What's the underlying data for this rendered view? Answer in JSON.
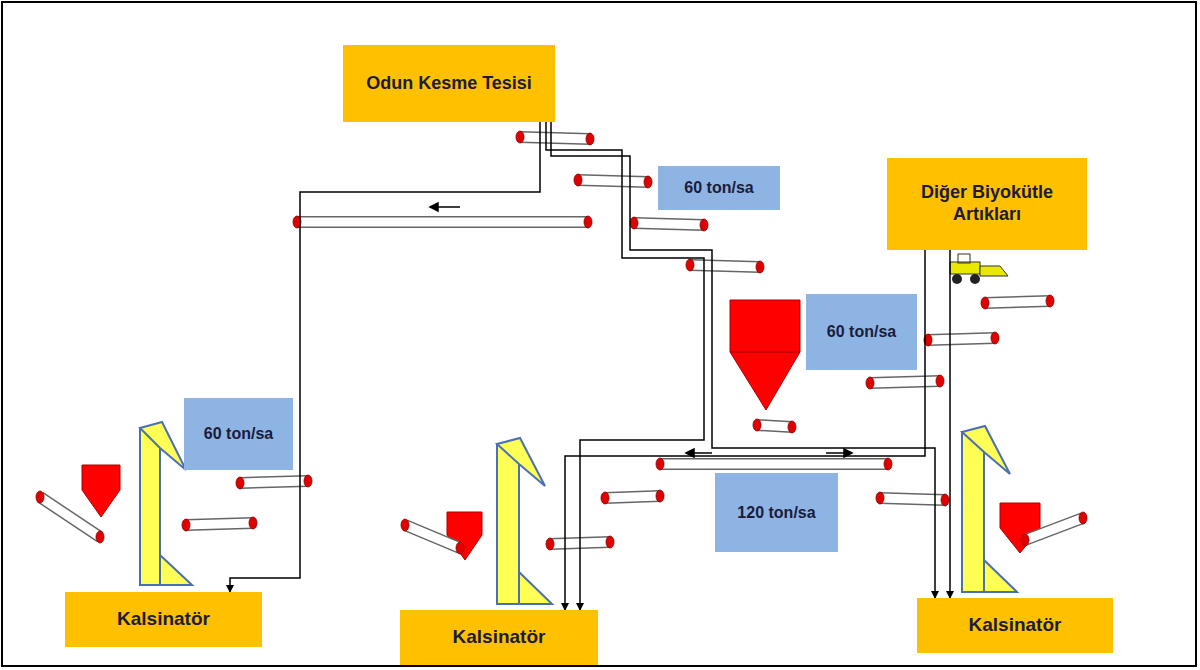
{
  "diagram": {
    "nodes": [
      {
        "text": [
          "Odun Kesme Tesisi"
        ]
      },
      {
        "text": [
          "Diğer Biyokütle Artıkları"
        ]
      },
      {
        "text": [
          "Kalsinatör"
        ]
      },
      {
        "text": [
          "Kalsinatör"
        ]
      },
      {
        "text": [
          "Kalsinatör"
        ]
      }
    ],
    "edges": [
      {
        "from": 0,
        "to": 2,
        "arrow": "to"
      },
      {
        "from": 0,
        "to": 3,
        "arrow": "to"
      },
      {
        "from": 0,
        "to": 4,
        "arrow": "to"
      },
      {
        "from": 1,
        "to": 3,
        "arrow": "to"
      },
      {
        "from": 1,
        "to": 4,
        "arrow": "to"
      }
    ],
    "labels": [
      "60 ton/sa",
      "60 ton/sa",
      "60 ton/sa",
      "120 ton/sa"
    ]
  }
}
